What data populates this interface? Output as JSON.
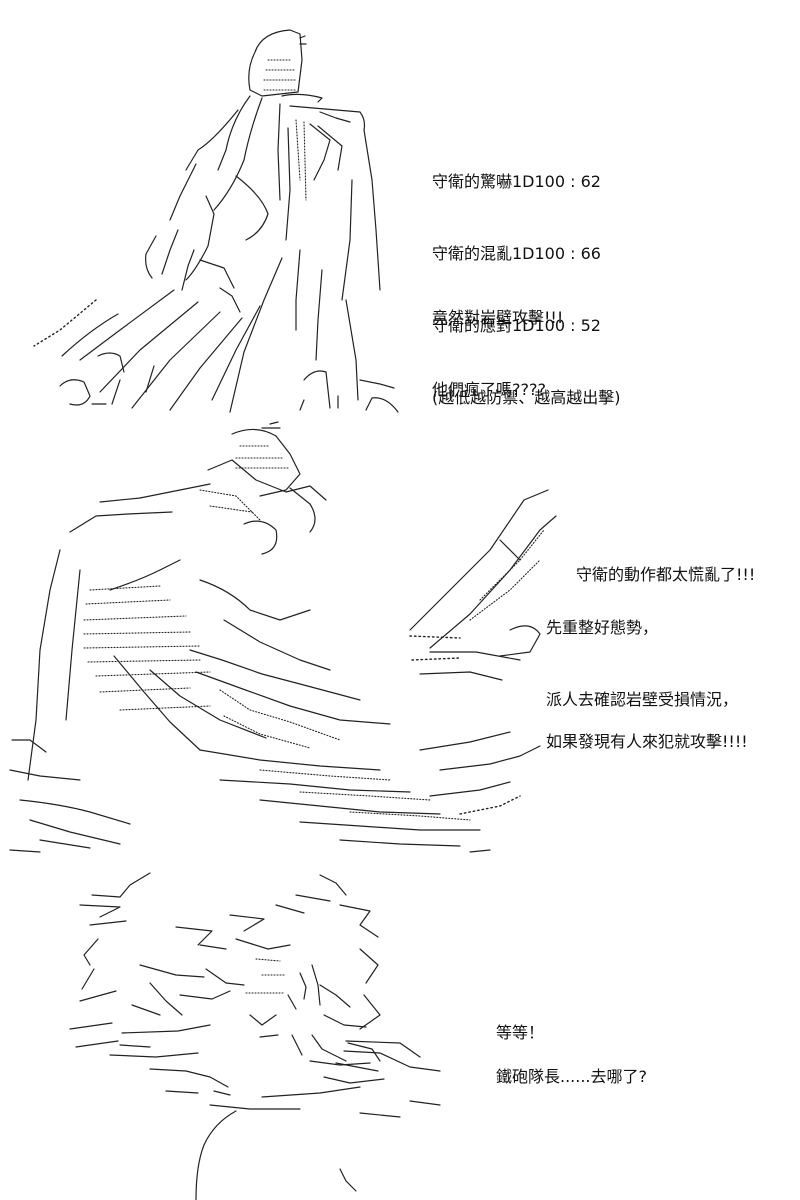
{
  "panel1": {
    "stats": [
      "守衛的驚嚇1D100 : 62",
      "守衛的混亂1D100 : 66",
      "守衛的應對1D100 : 52",
      "(越低越防禦、越高越出擊)"
    ],
    "exclaim": [
      "竟然對岩壁攻擊!!!",
      "他們瘋了嗎????"
    ]
  },
  "panel2": {
    "line_a": "守衛的動作都太慌亂了!!!",
    "lines_b": [
      "先重整好態勢，",
      "派人去確認岩壁受損情況，"
    ],
    "line_c": "如果發現有人來犯就攻擊!!!!"
  },
  "panel3": {
    "line_a": "等等！",
    "line_b": "鐵砲隊長......去哪了?"
  }
}
